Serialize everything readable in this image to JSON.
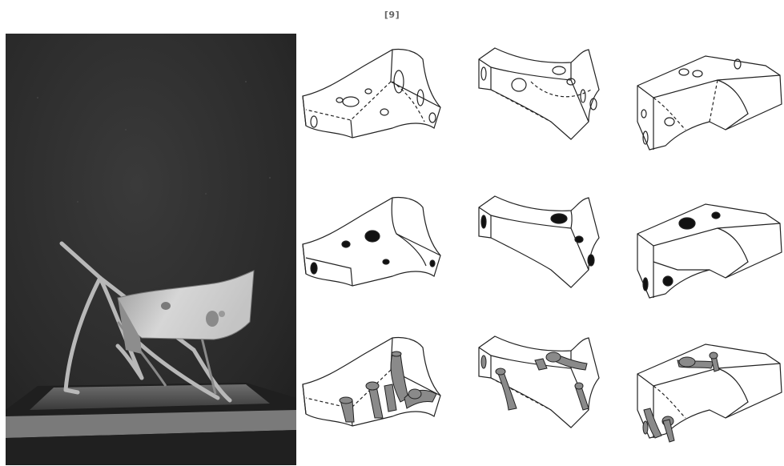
{
  "figure": {
    "label": "[9]",
    "colors": {
      "background": "#ffffff",
      "label": "#666666",
      "line": "#222222",
      "hole_fill_dark": "#111111",
      "tube_fill": "#8a8a8a",
      "photo_dark": "#2b2b2b"
    }
  },
  "photo": {
    "subject": "model-photo"
  },
  "drawings": {
    "rows": [
      "outline-holes",
      "filled-holes",
      "tube-holes"
    ],
    "columns": [
      "tri-block",
      "prism-block",
      "box-block"
    ]
  }
}
